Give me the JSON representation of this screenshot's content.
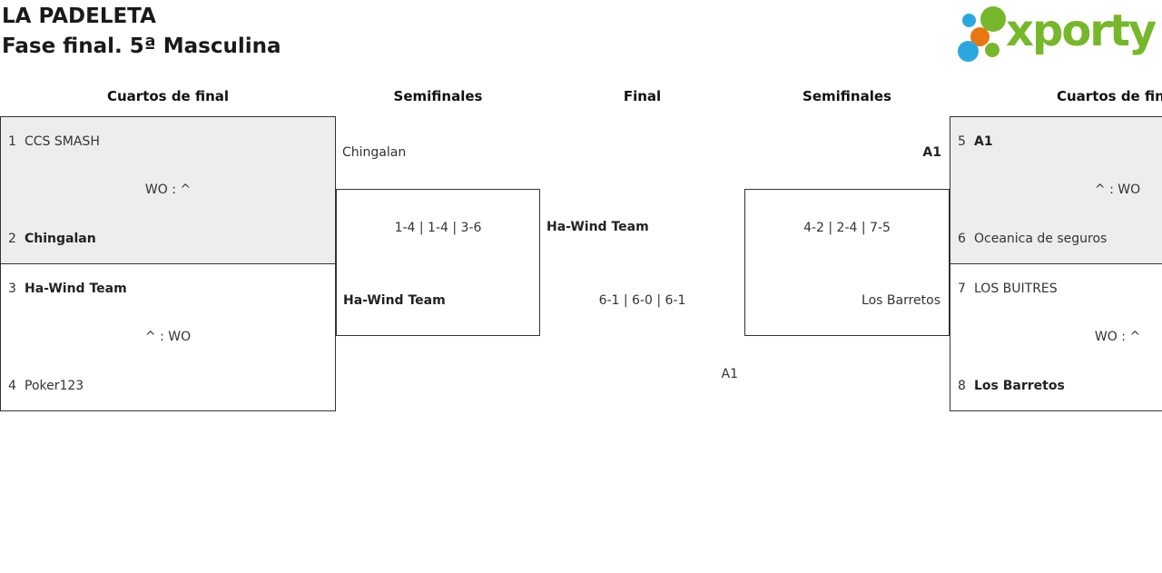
{
  "header": {
    "title": "LA PADELETA",
    "subtitle": "Fase final. 5ª Masculina"
  },
  "logo": {
    "text": "xporty",
    "green": "#76b82a",
    "blue": "#29a8e0",
    "orange": "#e87611"
  },
  "round_headers": {
    "qf_left": "Cuartos de final",
    "semi_left": "Semifinales",
    "final": "Final",
    "semi_right": "Semifinales",
    "qf_right": "Cuartos de final"
  },
  "bracket": {
    "qf_left": [
      {
        "seed_top": "1",
        "team_top": "CCS SMASH",
        "top_winner": false,
        "score": "WO : ^",
        "seed_bottom": "2",
        "team_bottom": "Chingalan",
        "bottom_winner": true
      },
      {
        "seed_top": "3",
        "team_top": "Ha-Wind Team",
        "top_winner": true,
        "score": "^ : WO",
        "seed_bottom": "4",
        "team_bottom": "Poker123",
        "bottom_winner": false
      }
    ],
    "semi_left": {
      "team_top": "Chingalan",
      "top_winner": false,
      "score": "1-4 | 1-4 | 3-6",
      "team_bottom": "Ha-Wind Team",
      "bottom_winner": true
    },
    "final": {
      "team_top": "Ha-Wind Team",
      "top_winner": true,
      "score": "6-1 | 6-0 | 6-1",
      "team_bottom": "A1",
      "bottom_winner": false
    },
    "semi_right": {
      "team_top": "A1",
      "top_winner": true,
      "score": "4-2 | 2-4 | 7-5",
      "team_bottom": "Los Barretos",
      "bottom_winner": false
    },
    "qf_right": [
      {
        "seed_top": "5",
        "team_top": "A1",
        "top_winner": true,
        "score": "^ : WO",
        "seed_bottom": "6",
        "team_bottom": "Oceanica de seguros",
        "bottom_winner": false
      },
      {
        "seed_top": "7",
        "team_top": "LOS BUITRES",
        "top_winner": false,
        "score": "WO : ^",
        "seed_bottom": "8",
        "team_bottom": "Los Barretos",
        "bottom_winner": true
      }
    ]
  }
}
